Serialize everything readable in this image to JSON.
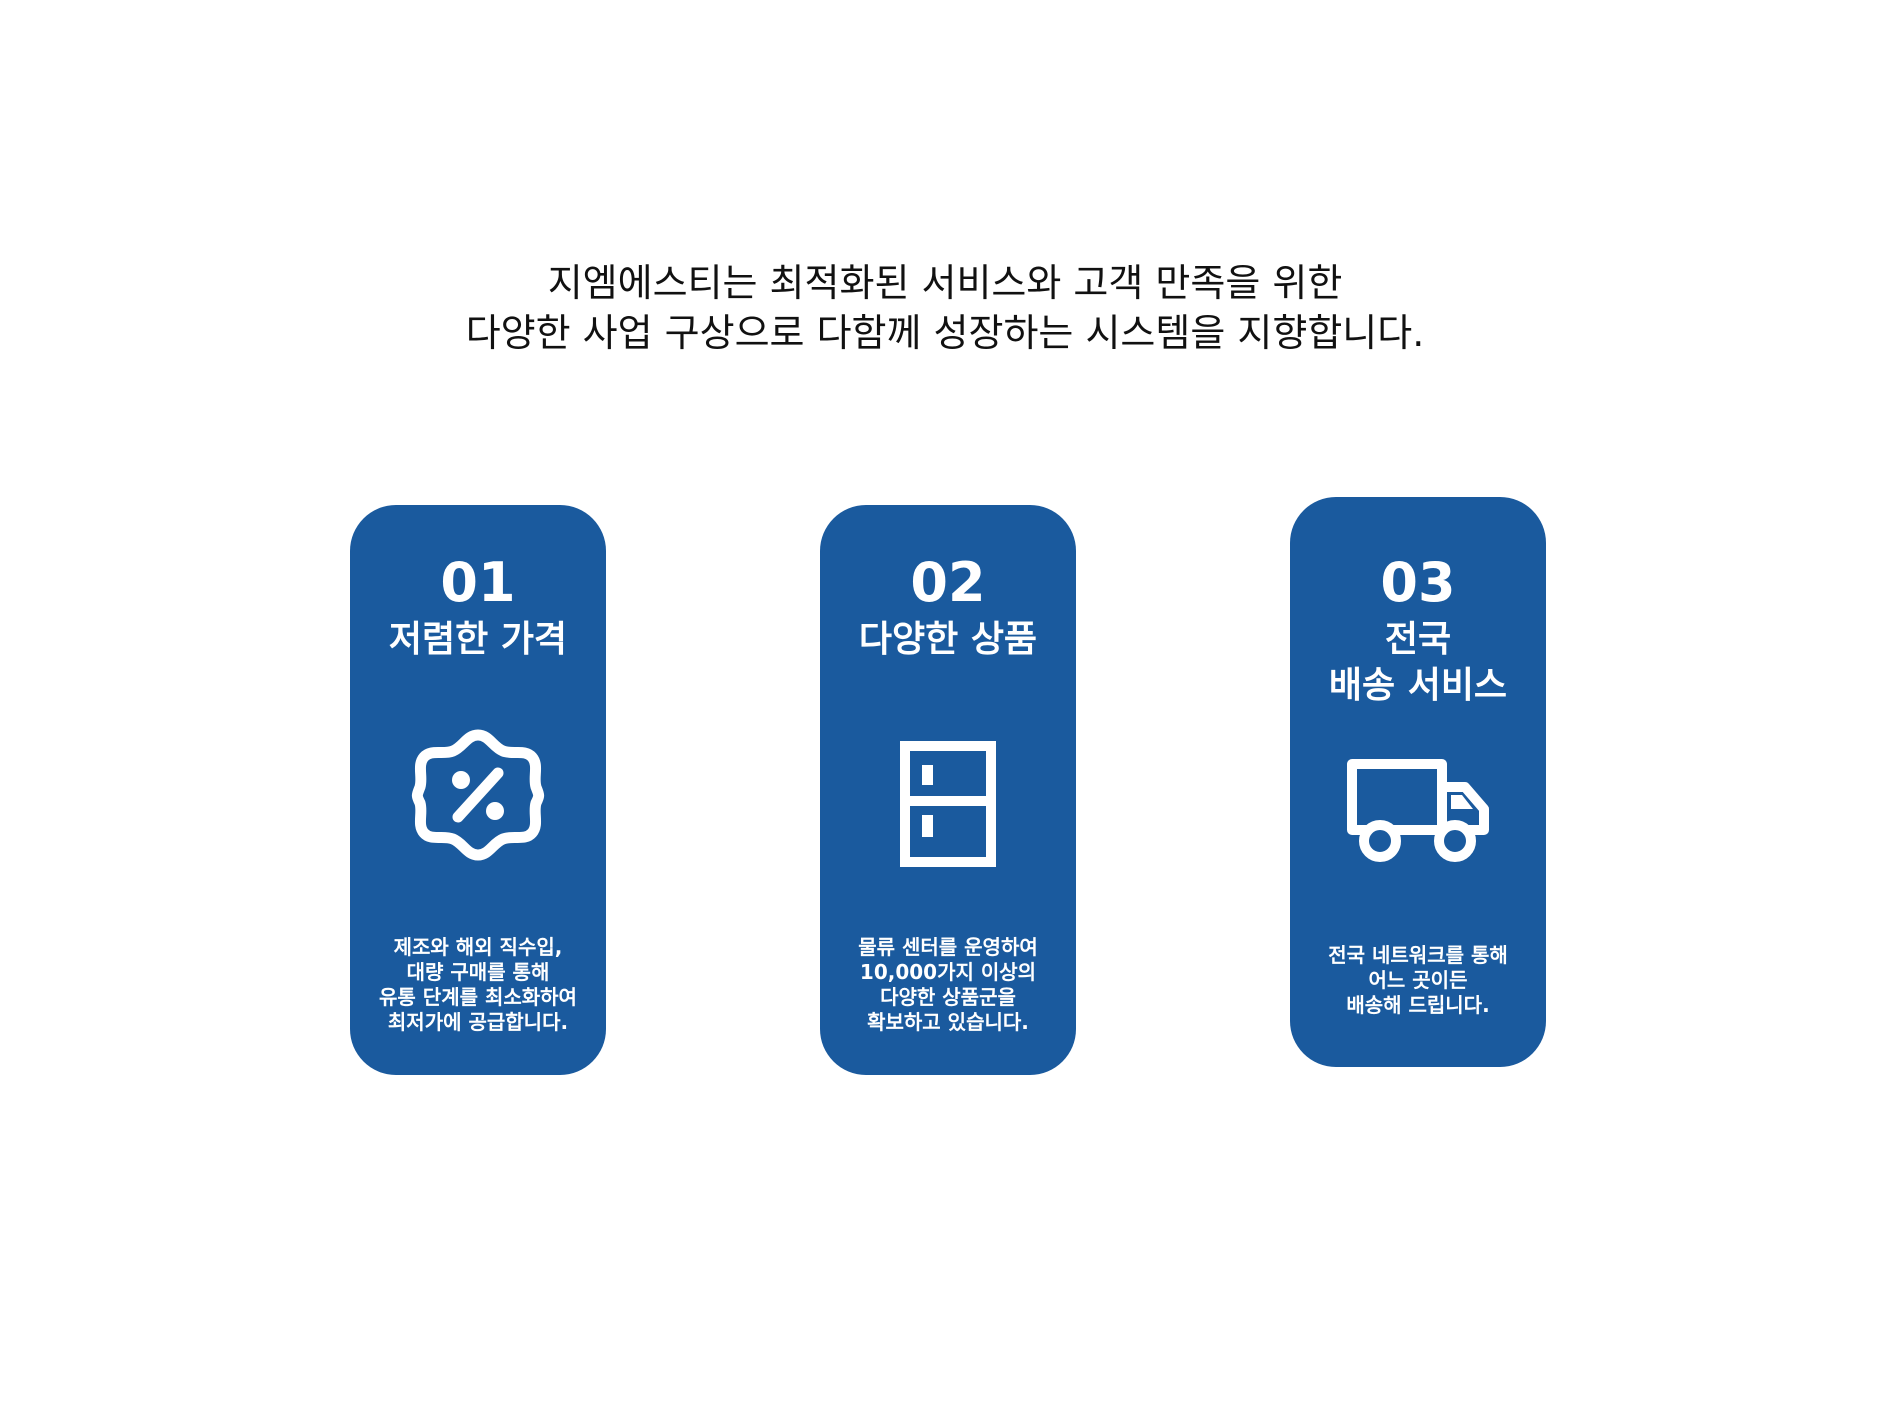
{
  "headline": {
    "line1": "지엠에스티는 최적화된 서비스와 고객 만족을 위한",
    "line2": "다양한 사업 구상으로 다함께 성장하는 시스템을 지향합니다."
  },
  "colors": {
    "card_background": "#1a5a9e",
    "card_text": "#ffffff",
    "headline_text": "#111111"
  },
  "cards": [
    {
      "number": "01",
      "title_lines": [
        "저렴한 가격"
      ],
      "icon": "discount-badge-icon",
      "desc_lines": [
        "제조와 해외 직수입,",
        "대량 구매를 통해",
        "유통 단계를 최소화하여",
        "최저가에 공급합니다."
      ]
    },
    {
      "number": "02",
      "title_lines": [
        "다양한 상품"
      ],
      "icon": "refrigerator-icon",
      "desc_lines": [
        "물류 센터를 운영하여",
        "10,000가지 이상의",
        "다양한 상품군을",
        "확보하고 있습니다."
      ]
    },
    {
      "number": "03",
      "title_lines": [
        "전국",
        "배송 서비스"
      ],
      "icon": "delivery-truck-icon",
      "desc_lines": [
        "전국 네트워크를 통해",
        "어느 곳이든",
        "배송해 드립니다."
      ]
    }
  ]
}
